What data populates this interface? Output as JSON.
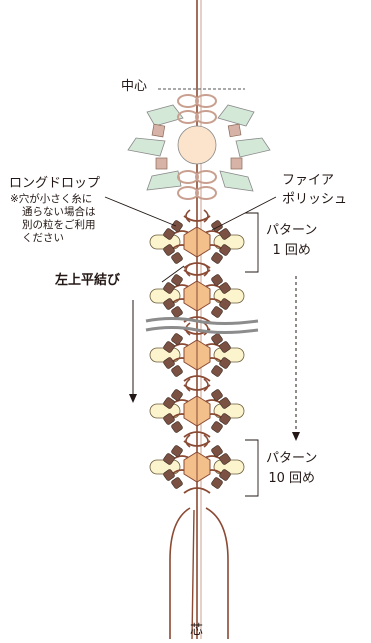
{
  "labels": {
    "center": "中心",
    "long_drop": "ロングドロップ",
    "long_drop_note": [
      "※穴が小さく糸に",
      "通らない場合は",
      "別の粒をご利用",
      "ください"
    ],
    "fire_polish": [
      "ファイア",
      "ポリッシュ"
    ],
    "pattern_1": [
      "パターン",
      "1 回め"
    ],
    "left_square_knot": "左上平結び",
    "pattern_10": [
      "パターン",
      "10 回め"
    ],
    "core": "芯"
  },
  "colors": {
    "cord": "#8a4a33",
    "cord_light": "#c9a08f",
    "long_drop": "#fbf4cd",
    "long_drop_stroke": "#6b5a3a",
    "fire_polish": "#f3c08c",
    "small_bead": "#7a5142",
    "leaf": "#d4e8d8",
    "leaf_stroke": "#8a8a8a",
    "center_bead": "#fbe4cb",
    "cube_bead": "#d6b3a6",
    "gray_break": "#8c8c8c"
  }
}
